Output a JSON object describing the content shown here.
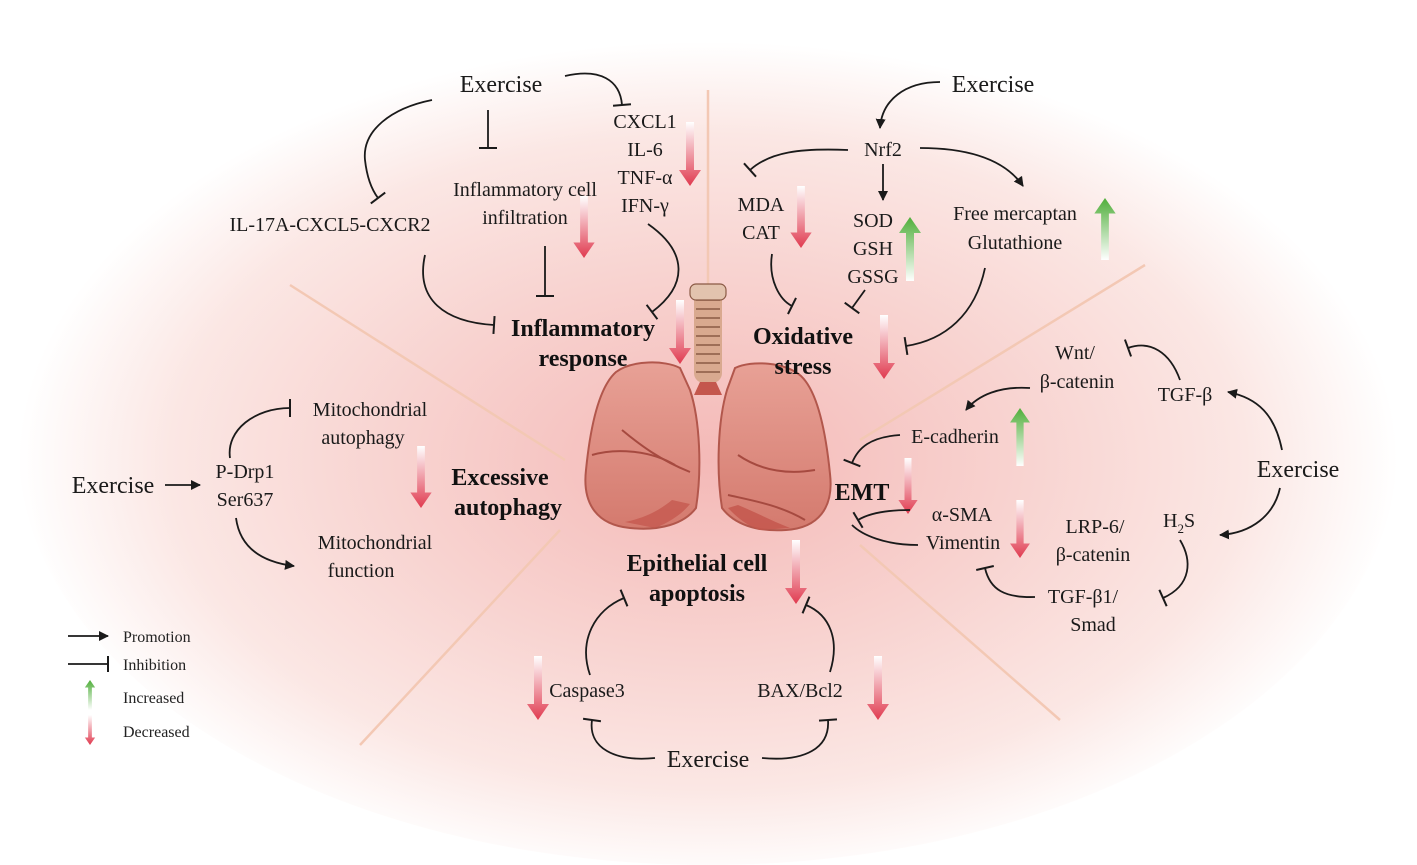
{
  "colors": {
    "background_center": "#f7c9c7",
    "sector_lines": "#f3c8b4",
    "lung": "#d9857a",
    "lung_dark": "#c4574d",
    "increase_arrow": "#4fae3a",
    "decrease_arrow": "#e03a4f"
  },
  "inflammatory": {
    "exercise": "Exercise",
    "cxcl1": "CXCL1",
    "il6": "IL-6",
    "tnf": "TNF-α",
    "ifn": "IFN-γ",
    "infiltration_1": "Inflammatory cell",
    "infiltration_2": "infiltration",
    "il17": "IL-17A-CXCL5-CXCR2",
    "title_1": "Inflammatory",
    "title_2": "response"
  },
  "oxidative": {
    "exercise": "Exercise",
    "nrf2": "Nrf2",
    "mda": "MDA",
    "cat": "CAT",
    "sod": "SOD",
    "gsh": "GSH",
    "gssg": "GSSG",
    "mercaptan": "Free mercaptan",
    "glutathione": "Glutathione",
    "title_1": "Oxidative",
    "title_2": "stress"
  },
  "autophagy": {
    "exercise": "Exercise",
    "pdrp1_1": "P-Drp1",
    "pdrp1_2": "Ser637",
    "mito_autophagy_1": "Mitochondrial",
    "mito_autophagy_2": "autophagy",
    "mito_function_1": "Mitochondrial",
    "mito_function_2": "function",
    "title_1": "Excessive",
    "title_2": "autophagy"
  },
  "emt": {
    "wnt_1": "Wnt/",
    "wnt_2": "β-catenin",
    "tgfb": "TGF-β",
    "ecadherin": "E-cadherin",
    "exercise": "Exercise",
    "title": "EMT",
    "asma": "α-SMA",
    "vimentin": "Vimentin",
    "lrp6_1": "LRP-6/",
    "lrp6_2": "β-catenin",
    "h2s_main": "H",
    "h2s_sub": "2",
    "h2s_end": "S",
    "tgfb1_1": "TGF-β1/",
    "tgfb1_2": "Smad"
  },
  "apoptosis": {
    "title_1": "Epithelial cell",
    "title_2": "apoptosis",
    "caspase": "Caspase3",
    "bax": "BAX/Bcl2",
    "exercise": "Exercise"
  },
  "legend": {
    "promotion": "Promotion",
    "inhibition": "Inhibition",
    "increased": "Increased",
    "decreased": "Decreased"
  }
}
